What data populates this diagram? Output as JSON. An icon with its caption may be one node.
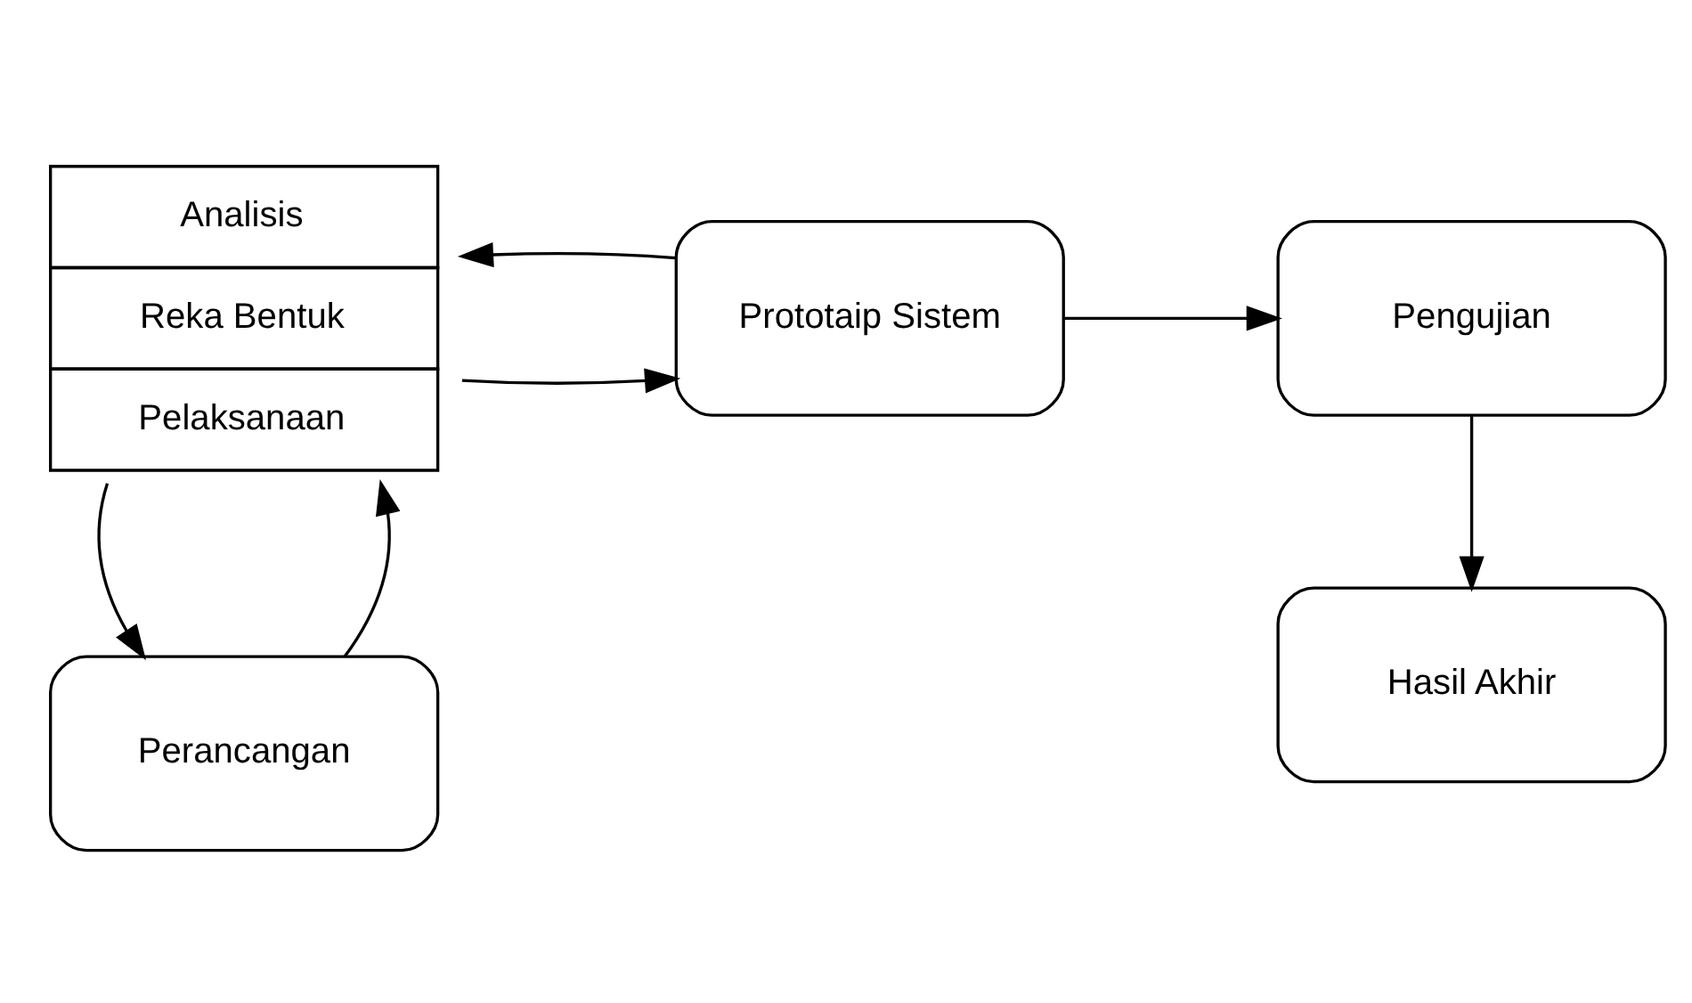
{
  "diagram": {
    "nodes": [
      {
        "text": [
          "Perancangan"
        ]
      },
      {
        "text": [
          "Analisis",
          "Reka Bentuk",
          "Pelaksanaan"
        ]
      },
      {
        "text": [
          "Prototaip Sistem"
        ]
      },
      {
        "text": [
          "Pengujian"
        ]
      },
      {
        "text": [
          "Hasil Akhir"
        ]
      }
    ],
    "edges": [
      {
        "from": 0,
        "to": 1,
        "arrow": "to"
      },
      {
        "from": 1,
        "to": 0,
        "arrow": "to"
      },
      {
        "from": 1,
        "to": 2,
        "arrow": "to"
      },
      {
        "from": 2,
        "to": 1,
        "arrow": "to"
      },
      {
        "from": 2,
        "to": 3,
        "arrow": "to"
      },
      {
        "from": 3,
        "to": 4,
        "arrow": "to"
      }
    ]
  }
}
